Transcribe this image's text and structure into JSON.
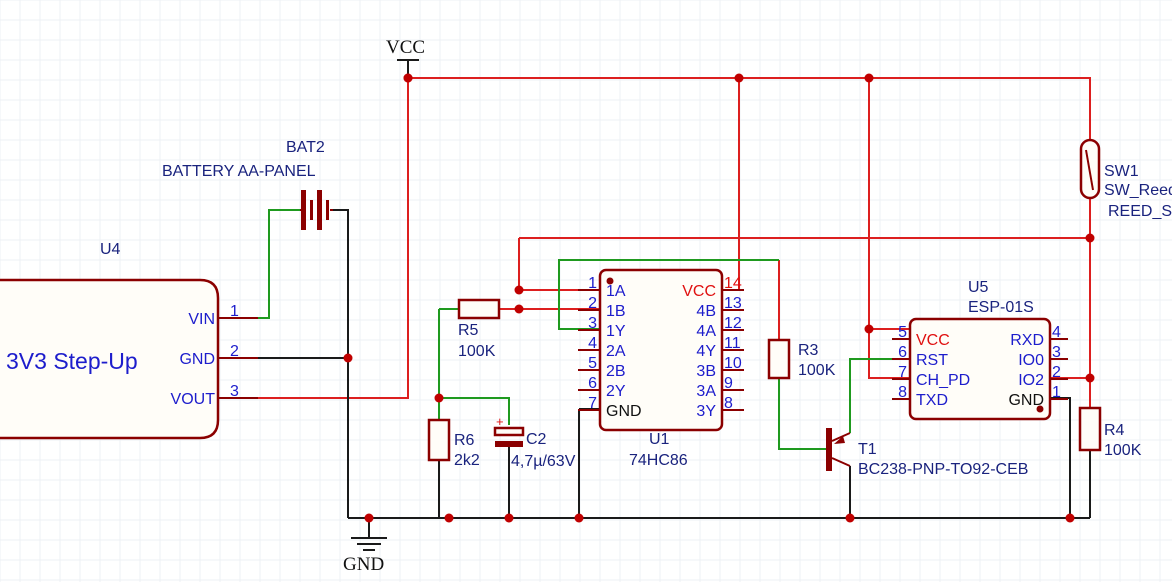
{
  "nets": {
    "vcc": "VCC",
    "gnd": "GND"
  },
  "colors": {
    "wire_vcc": "#dd1f1f",
    "wire_signal": "#1f9a1f",
    "wire_gnd": "#1a1a1a",
    "component": "#8b0000",
    "label": "#1a237e",
    "pin_text": "#1d1dcc"
  },
  "u4": {
    "ref": "U4",
    "name": "3V3 Step-Up",
    "pins": [
      {
        "num": "1",
        "name": "VIN"
      },
      {
        "num": "2",
        "name": "GND"
      },
      {
        "num": "3",
        "name": "VOUT"
      }
    ]
  },
  "bat2": {
    "ref": "BAT2",
    "value": "BATTERY AA-PANEL"
  },
  "sw1": {
    "ref": "SW1",
    "value": "SW_Reed",
    "value2": "REED_S"
  },
  "r5": {
    "ref": "R5",
    "value": "100K"
  },
  "r6": {
    "ref": "R6",
    "value": "2k2"
  },
  "c2": {
    "ref": "C2",
    "value": "4,7µ/63V",
    "polarity": "+"
  },
  "u1": {
    "ref": "U1",
    "value": "74HC86",
    "left_pins": [
      {
        "num": "1",
        "name": "1A"
      },
      {
        "num": "2",
        "name": "1B"
      },
      {
        "num": "3",
        "name": "1Y"
      },
      {
        "num": "4",
        "name": "2A"
      },
      {
        "num": "5",
        "name": "2B"
      },
      {
        "num": "6",
        "name": "2Y"
      },
      {
        "num": "7",
        "name": "GND"
      }
    ],
    "right_pins": [
      {
        "num": "14",
        "name": "VCC"
      },
      {
        "num": "13",
        "name": "4B"
      },
      {
        "num": "12",
        "name": "4A"
      },
      {
        "num": "11",
        "name": "4Y"
      },
      {
        "num": "10",
        "name": "3B"
      },
      {
        "num": "9",
        "name": "3A"
      },
      {
        "num": "8",
        "name": "3Y"
      }
    ]
  },
  "r3": {
    "ref": "R3",
    "value": "100K"
  },
  "t1": {
    "ref": "T1",
    "value": "BC238-PNP-TO92-CEB"
  },
  "u5": {
    "ref": "U5",
    "value": "ESP-01S",
    "left_pins": [
      {
        "num": "5",
        "name": "VCC"
      },
      {
        "num": "6",
        "name": "RST"
      },
      {
        "num": "7",
        "name": "CH_PD"
      },
      {
        "num": "8",
        "name": "TXD"
      }
    ],
    "right_pins": [
      {
        "num": "4",
        "name": "RXD"
      },
      {
        "num": "3",
        "name": "IO0"
      },
      {
        "num": "2",
        "name": "IO2"
      },
      {
        "num": "1",
        "name": "GND"
      }
    ]
  },
  "r4": {
    "ref": "R4",
    "value": "100K"
  }
}
